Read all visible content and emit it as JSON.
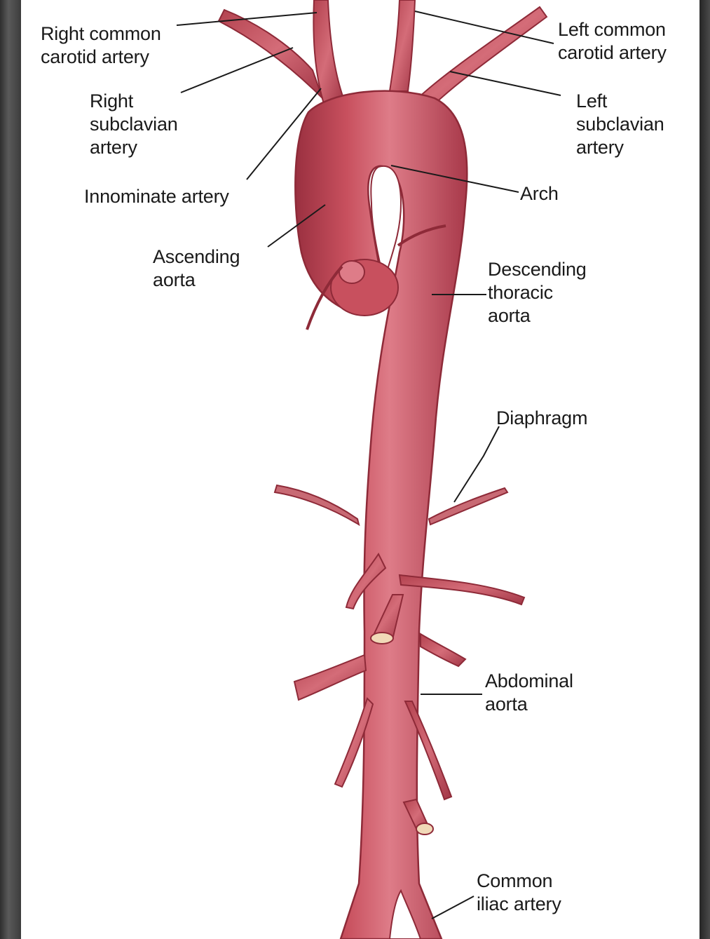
{
  "colors": {
    "vessel": "#c8505e",
    "vessel_dark": "#8e2a38",
    "vessel_light": "#e9a0a8",
    "leader": "#1a1a1a",
    "background": "#ffffff"
  },
  "labels": {
    "right_common_carotid": "Right common\ncarotid artery",
    "left_common_carotid": "Left common\ncarotid artery",
    "right_subclavian": "Right\nsubclavian\nartery",
    "left_subclavian": "Left\nsubclavian\nartery",
    "innominate": "Innominate artery",
    "arch": "Arch",
    "ascending": "Ascending\naorta",
    "descending": "Descending\nthoracic\naorta",
    "diaphragm": "Diaphragm",
    "abdominal": "Abdominal\naorta",
    "iliac": "Common\niliac artery"
  }
}
